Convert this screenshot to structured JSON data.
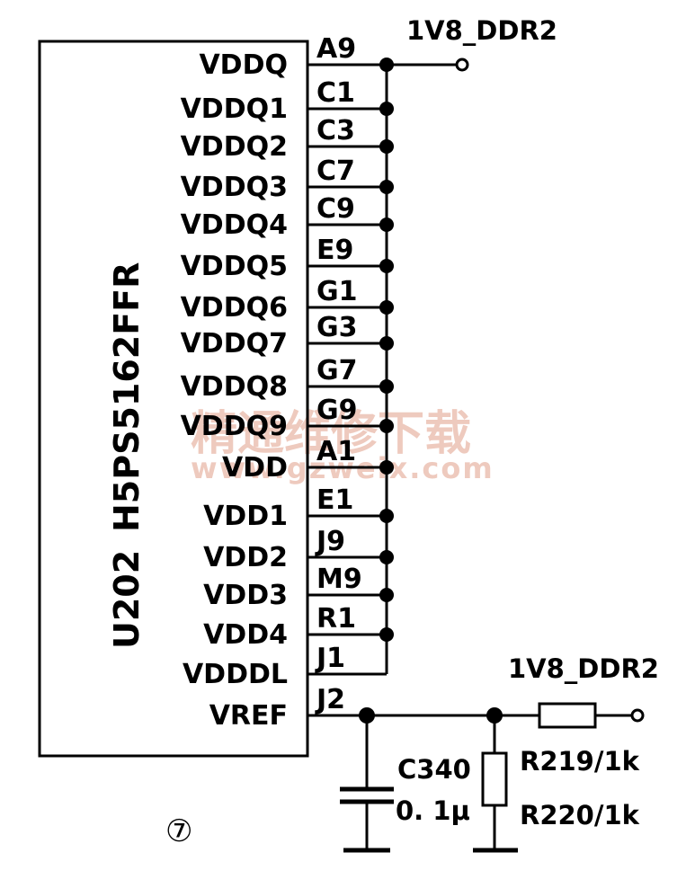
{
  "chip": {
    "designator": "U202",
    "part_number": "H5PS5162FFR"
  },
  "rail_label_top": "1V8_DDR2",
  "rail_label_vref": "1V8_DDR2",
  "pins": [
    {
      "name": "VDDQ",
      "ball": "A9"
    },
    {
      "name": "VDDQ1",
      "ball": "C1"
    },
    {
      "name": "VDDQ2",
      "ball": "C3"
    },
    {
      "name": "VDDQ3",
      "ball": "C7"
    },
    {
      "name": "VDDQ4",
      "ball": "C9"
    },
    {
      "name": "VDDQ5",
      "ball": "E9"
    },
    {
      "name": "VDDQ6",
      "ball": "G1"
    },
    {
      "name": "VDDQ7",
      "ball": "G3"
    },
    {
      "name": "VDDQ8",
      "ball": "G7"
    },
    {
      "name": "VDDQ9",
      "ball": "G9"
    },
    {
      "name": "VDD",
      "ball": "A1"
    },
    {
      "name": "VDD1",
      "ball": "E1"
    },
    {
      "name": "VDD2",
      "ball": "J9"
    },
    {
      "name": "VDD3",
      "ball": "M9"
    },
    {
      "name": "VDD4",
      "ball": "R1"
    },
    {
      "name": "VDDDL",
      "ball": "J1"
    },
    {
      "name": "VREF",
      "ball": "J2"
    }
  ],
  "capacitor": {
    "ref": "C340",
    "value": "0. 1μ"
  },
  "resistors": {
    "top": "R219/1k",
    "bottom": "R220/1k"
  },
  "figure_number": "⑦",
  "watermark": {
    "chinese": "精通维修下载",
    "url": "www.gzweix.com"
  }
}
